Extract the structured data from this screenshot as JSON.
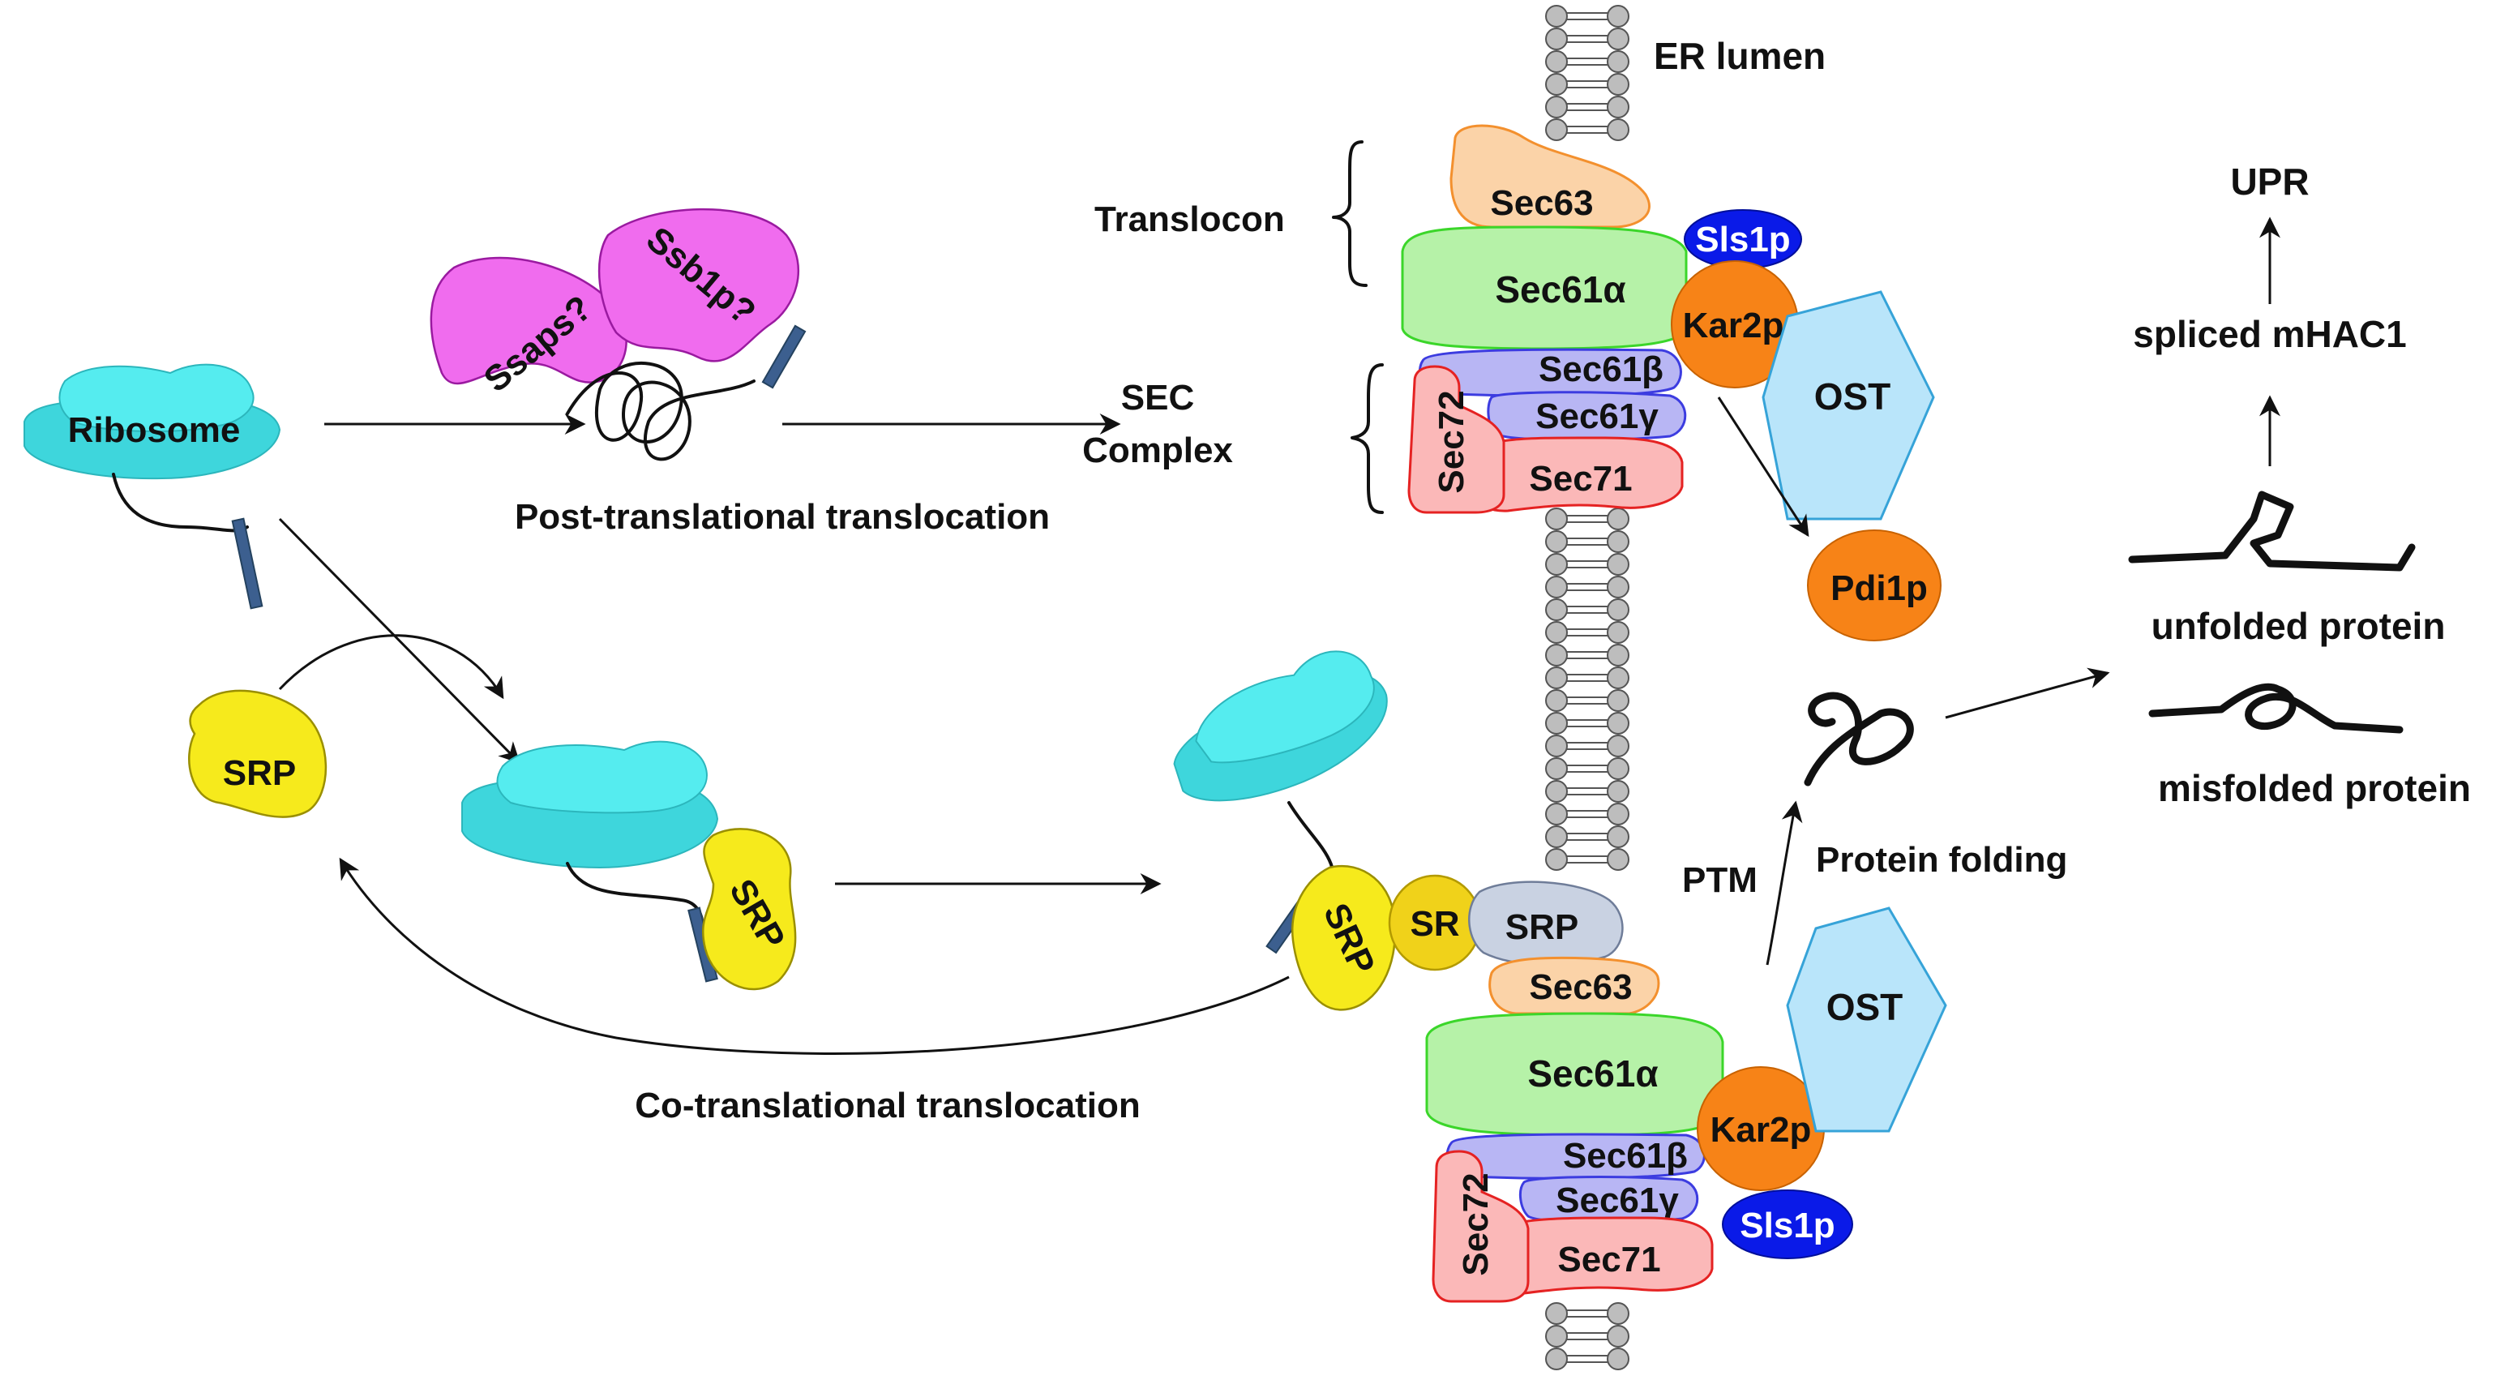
{
  "labels": {
    "er_lumen": "ER lumen",
    "translocon": "Translocon",
    "sec_complex_line1": "SEC",
    "sec_complex_line2": "Complex",
    "post_translational": "Post-translational translocation",
    "co_translational": "Co-translational translocation",
    "ribosome": "Ribosome",
    "srp_free": "SRP",
    "srp_bound1": "SRP",
    "srp_bound2": "SRP",
    "sr": "SR",
    "srp_receptor": "SRP",
    "ssaps": "Ssaps?",
    "ssb1p": "Ssb1p?",
    "sec63_top": "Sec63",
    "sec61a_top": "Sec61α",
    "sec61b_top": "Sec61β",
    "sec61g_top": "Sec61γ",
    "sec71_top": "Sec71",
    "sec72_top": "Sec72",
    "kar2p_top": "Kar2p",
    "sls1p_top": "Sls1p",
    "ost_top": "OST",
    "pdi1p": "Pdi1p",
    "sec63_bot": "Sec63",
    "sec61a_bot": "Sec61α",
    "sec61b_bot": "Sec61β",
    "sec61g_bot": "Sec61γ",
    "sec71_bot": "Sec71",
    "sec72_bot": "Sec72",
    "kar2p_bot": "Kar2p",
    "sls1p_bot": "Sls1p",
    "ost_bot": "OST",
    "ptm": "PTM",
    "protein_folding": "Protein folding",
    "unfolded_protein": "unfolded protein",
    "misfolded_protein": "misfolded protein",
    "spliced_mhac1": "spliced mHAC1",
    "upr": "UPR"
  },
  "colors": {
    "ribosome": "#55ecef",
    "srp": "#f6ea1c",
    "ssa_ssb": "#f06cee",
    "sec63": "#fbd3a8",
    "sec61_alpha": "#b6f2a8",
    "sec61_beta_gamma": "#b8b6f4",
    "sec71_sec72": "#fbb8b8",
    "kar2p_pdi1p": "#f78317",
    "sls1p": "#0a1ae8",
    "ost": "#b9e5fa"
  }
}
